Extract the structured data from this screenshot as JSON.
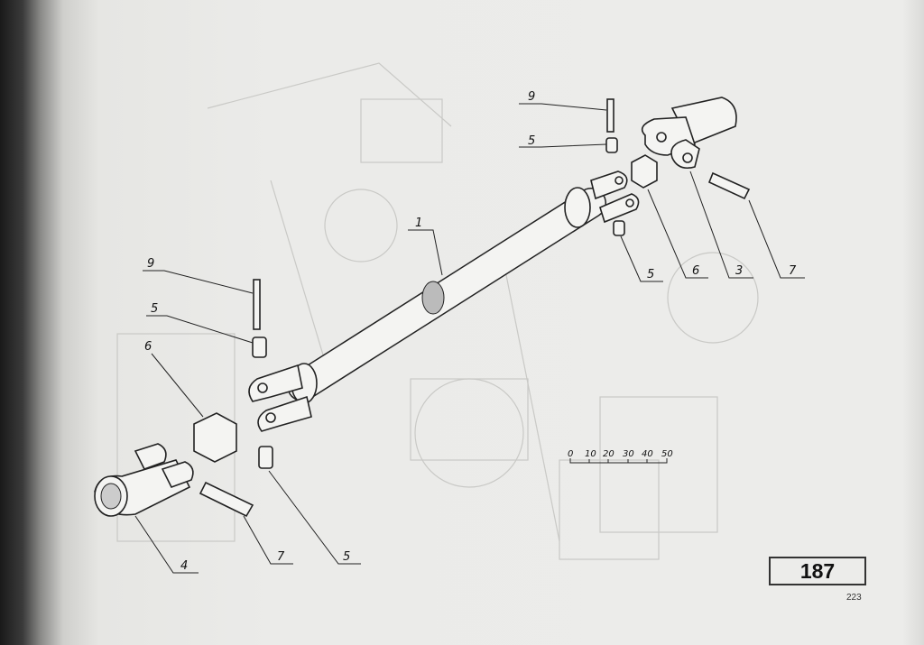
{
  "drawing": {
    "part_labels": {
      "top_pin": "9",
      "top_bushing": "5",
      "shaft": "1",
      "top_lower_bushing": "5",
      "top_cross_block": "6",
      "top_end_yoke": "3",
      "top_bolt": "7",
      "left_pin": "9",
      "left_bushing": "5",
      "left_cross_block": "6",
      "left_end_yoke": "4",
      "left_bolt": "7",
      "left_lower_bushing": "5"
    },
    "scale_bar": {
      "ticks": [
        "0",
        "10",
        "20",
        "30",
        "40",
        "50"
      ]
    },
    "figure_number": "187",
    "page_number": "223"
  }
}
